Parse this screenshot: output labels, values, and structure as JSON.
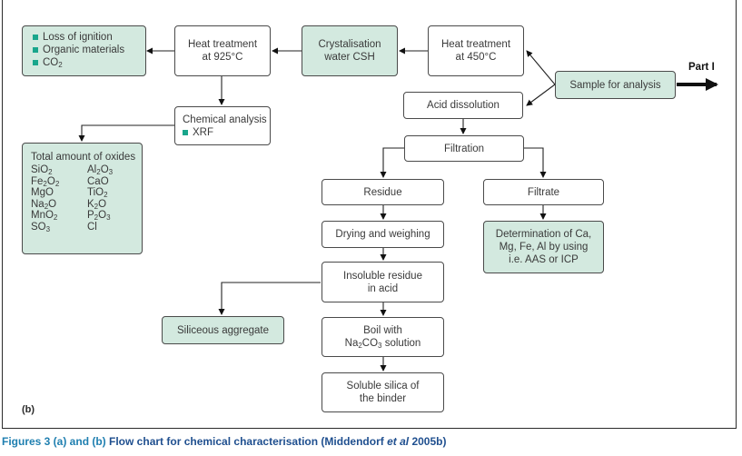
{
  "figure_label": "(b)",
  "part_label": "Part I",
  "caption": {
    "prefix": "Figures 3 (a) and (b)",
    "text_before_italic": " Flow chart for chemical characterisation (Middendorf ",
    "italic": "et al",
    "text_after_italic": " 2005b)"
  },
  "nodes": {
    "loss": {
      "bullets": [
        "Loss of ignition",
        "Organic materials",
        "CO2"
      ]
    },
    "heat925": {
      "lines": [
        "Heat treatment",
        "at 925°C"
      ]
    },
    "crystal": {
      "lines": [
        "Crystalisation",
        "water CSH"
      ]
    },
    "heat450": {
      "lines": [
        "Heat treatment",
        "at 450°C"
      ]
    },
    "sample": {
      "text": "Sample for analysis"
    },
    "chemical": {
      "line1": "Chemical analysis",
      "bullet": "XRF"
    },
    "acid": {
      "text": "Acid dissolution"
    },
    "filtration": {
      "text": "Filtration"
    },
    "oxides": {
      "title": "Total amount of oxides",
      "col1": [
        "SiO2",
        "Fe2O2",
        "MgO",
        "Na2O",
        "MnO2",
        "SO3"
      ],
      "col2": [
        "Al2O3",
        "CaO",
        "TiO2",
        "K2O",
        "P2O3",
        "Cl"
      ]
    },
    "residue": {
      "text": "Residue"
    },
    "filtrate": {
      "text": "Filtrate"
    },
    "drying": {
      "text": "Drying and weighing"
    },
    "determination": {
      "lines": [
        "Determination of Ca,",
        "Mg, Fe, Al by using",
        "i.e. AAS or ICP"
      ]
    },
    "insoluble": {
      "lines": [
        "Insoluble residue",
        "in acid"
      ]
    },
    "siliceous": {
      "text": "Siliceous aggregate"
    },
    "boil": {
      "line1": "Boil with",
      "line2": "Na2CO3 solution"
    },
    "soluble": {
      "lines": [
        "Soluble silica of",
        "the binder"
      ]
    }
  },
  "colors": {
    "highlight_fill": "#d3e9df",
    "bullet": "#19a68c",
    "caption_blue": "#1f7fb0"
  }
}
